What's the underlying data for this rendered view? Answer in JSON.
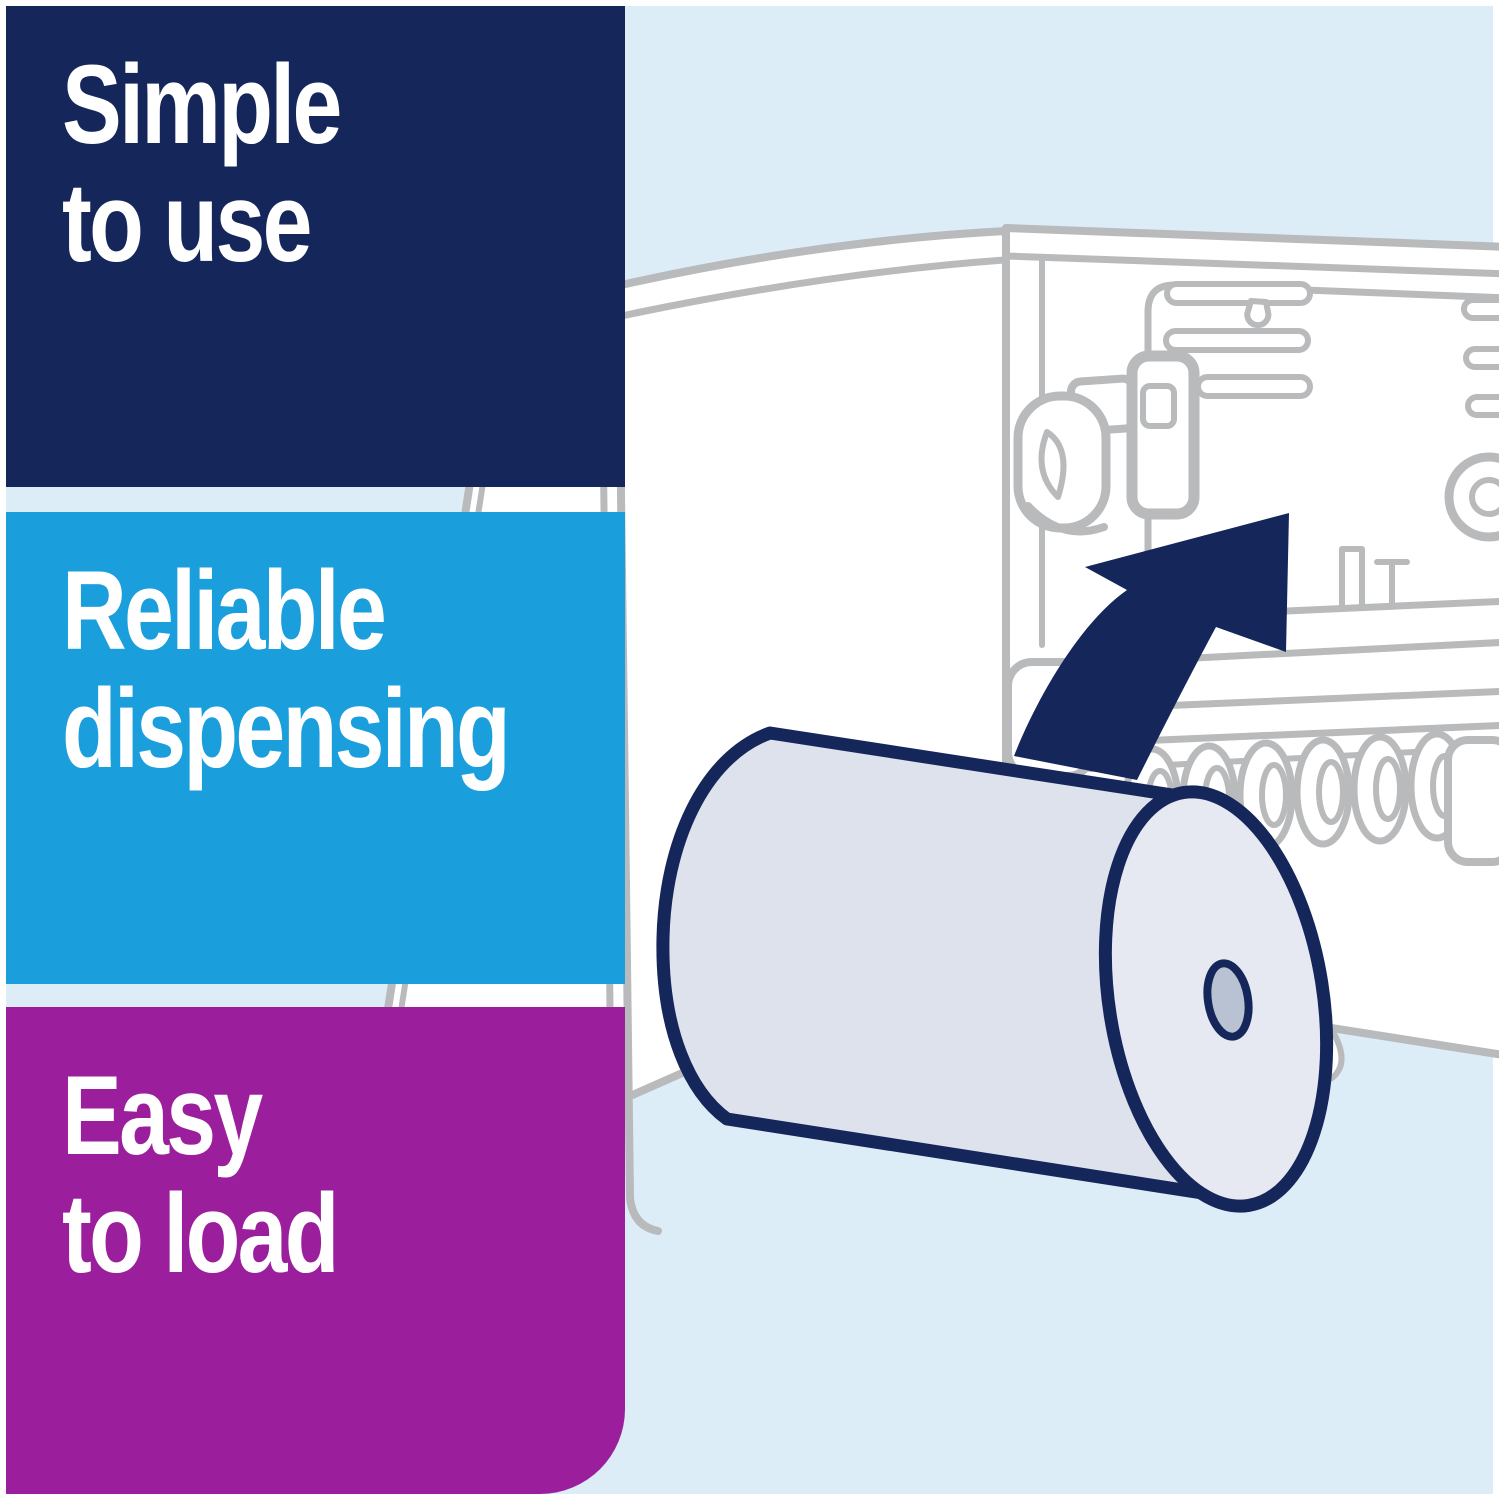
{
  "colors": {
    "navy": "#15265B",
    "cyan": "#1A9EDC",
    "magenta": "#9B1E9C",
    "white": "#FFFFFF",
    "bg": "#DCEDF8",
    "gray": "#B9BABC",
    "roll": "#DDE2ED",
    "roll_end": "#E6E9F2",
    "roll_core": "#B8C2D2"
  },
  "banners": [
    {
      "name": "simple-to-use",
      "lines": [
        "Simple",
        "to use"
      ]
    },
    {
      "name": "reliable-dispensing",
      "lines": [
        "Reliable",
        "dispensing"
      ]
    },
    {
      "name": "easy-to-load",
      "lines": [
        "Easy",
        "to load"
      ]
    }
  ],
  "illustration": {
    "title": "Paper roll being loaded upward into an open dispenser",
    "parts": [
      "open dispenser cabinet",
      "open curved door",
      "back panel keyhole slots",
      "latch mechanism",
      "feed rollers",
      "curved up arrow",
      "paper roll"
    ]
  }
}
